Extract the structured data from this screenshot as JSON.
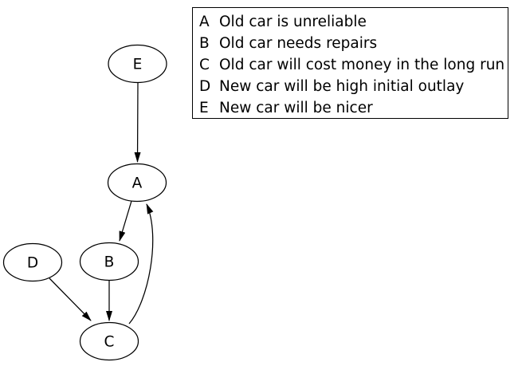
{
  "colors": {
    "background": "#ffffff",
    "stroke": "#000000",
    "node_fill": "#ffffff",
    "text": "#000000"
  },
  "graph": {
    "nodes": [
      {
        "id": "E",
        "label": "E"
      },
      {
        "id": "A",
        "label": "A"
      },
      {
        "id": "B",
        "label": "B"
      },
      {
        "id": "D",
        "label": "D"
      },
      {
        "id": "C",
        "label": "C"
      }
    ],
    "edges": [
      {
        "from": "E",
        "to": "A"
      },
      {
        "from": "A",
        "to": "B"
      },
      {
        "from": "B",
        "to": "C"
      },
      {
        "from": "D",
        "to": "C"
      },
      {
        "from": "C",
        "to": "A"
      }
    ]
  },
  "legend": {
    "items": [
      {
        "key": "A",
        "text": "Old car is unreliable"
      },
      {
        "key": "B",
        "text": "Old car needs repairs"
      },
      {
        "key": "C",
        "text": "Old car will cost money in the long run"
      },
      {
        "key": "D",
        "text": "New car will be high initial outlay"
      },
      {
        "key": "E",
        "text": "New car will be nicer"
      }
    ]
  }
}
